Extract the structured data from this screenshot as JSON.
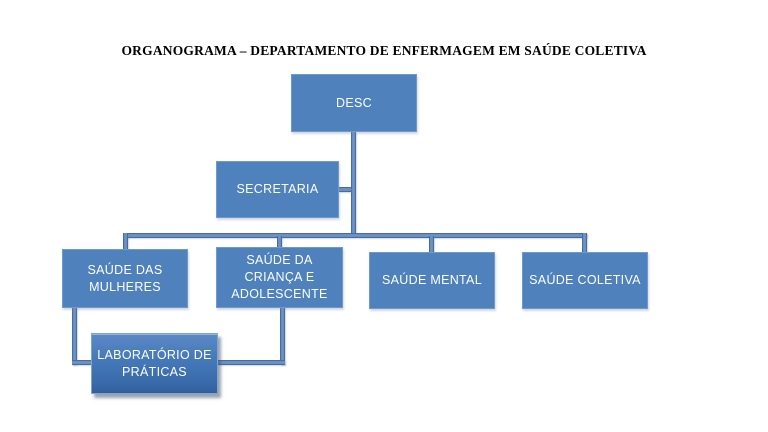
{
  "title": "ORGANOGRAMA – DEPARTAMENTO DE ENFERMAGEM EM SAÚDE COLETIVA",
  "colors": {
    "box_fill": "#4f81bd",
    "box_border": "#6f9ace",
    "connector": "#3f6ba6",
    "lab_gradient_top": "#5b89c5",
    "lab_gradient_bottom": "#325f9c",
    "box_text": "#ffffff",
    "title_text": "#000000",
    "background": "#ffffff"
  },
  "nodes": {
    "desc": {
      "label": "DESC"
    },
    "secretaria": {
      "label": "SECRETARIA"
    },
    "mulheres": {
      "label": "SAÚDE DAS\nMULHERES"
    },
    "crianca": {
      "label": "SAÚDE DA\nCRIANÇA E\nADOLESCENTE"
    },
    "mental": {
      "label": "SAÚDE MENTAL"
    },
    "coletiva": {
      "label": "SAÚDE COLETIVA"
    },
    "laboratorio": {
      "label": "LABORATÓRIO DE\nPRÁTICAS"
    }
  },
  "structure": {
    "root": "DESC",
    "assistant_of_root": "SECRETARIA",
    "children_of_root": [
      "SAÚDE DAS MULHERES",
      "SAÚDE DA CRIANÇA E ADOLESCENTE",
      "SAÚDE MENTAL",
      "SAÚDE COLETIVA"
    ],
    "shared_child": {
      "node": "LABORATÓRIO DE PRÁTICAS",
      "parents": [
        "SAÚDE DAS MULHERES",
        "SAÚDE DA CRIANÇA E ADOLESCENTE"
      ]
    }
  }
}
